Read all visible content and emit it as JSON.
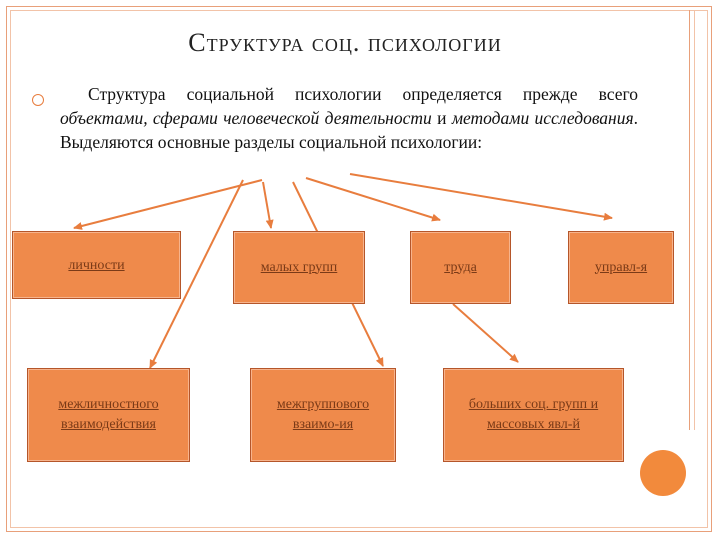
{
  "title": "Структура соц. психологии",
  "paragraph": {
    "lead": "Структура социальной психологии определяется прежде всего ",
    "em1": "объектами, сферами человеческой деятельности",
    "mid": " и ",
    "em2": "методами исследования",
    "tail": ". Выделяются основные разделы социальной психологии:"
  },
  "boxes": {
    "personality": "личности",
    "small_groups": "малых групп",
    "labor": "труда",
    "management": "управл-я",
    "interpersonal_1": "межличностного",
    "interpersonal_2": "взаимодействия",
    "intergroup_1": "межгруппового",
    "intergroup_2": "взаимо-ия",
    "large_groups_1": "больших соц. групп и",
    "large_groups_2": "массовых явл-й"
  },
  "colors": {
    "accent": "#ef8a4b",
    "arrow": "#e87d3e",
    "circle": "#f28a3c"
  }
}
